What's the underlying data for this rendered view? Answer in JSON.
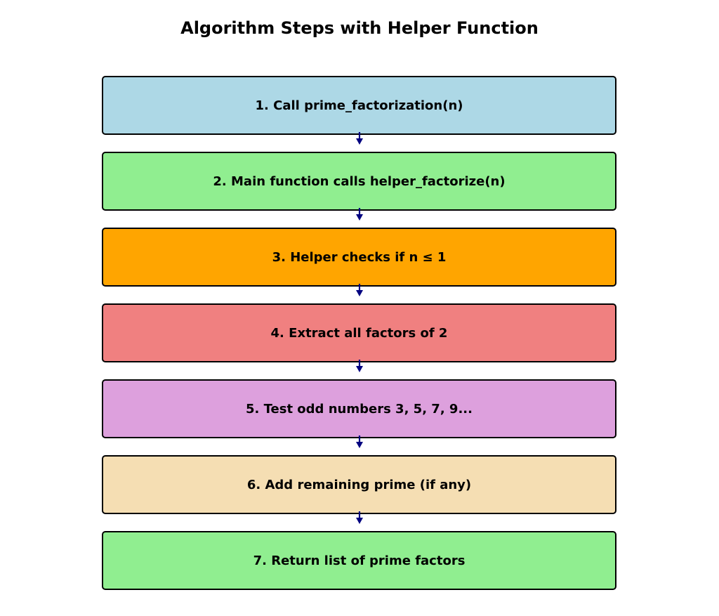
{
  "title": "Algorithm Steps with Helper Function",
  "arrow_color": "#000080",
  "steps": [
    {
      "label": "1. Call prime_factorization(n)",
      "color": "#add8e6"
    },
    {
      "label": "2. Main function calls helper_factorize(n)",
      "color": "#90ee90"
    },
    {
      "label": "3. Helper checks if n ≤ 1",
      "color": "#ffa500"
    },
    {
      "label": "4. Extract all factors of 2",
      "color": "#f08080"
    },
    {
      "label": "5. Test odd numbers 3, 5, 7, 9...",
      "color": "#dda0dd"
    },
    {
      "label": "6. Add remaining prime (if any)",
      "color": "#f5deb3"
    },
    {
      "label": "7. Return list of prime factors",
      "color": "#90ee90"
    }
  ]
}
